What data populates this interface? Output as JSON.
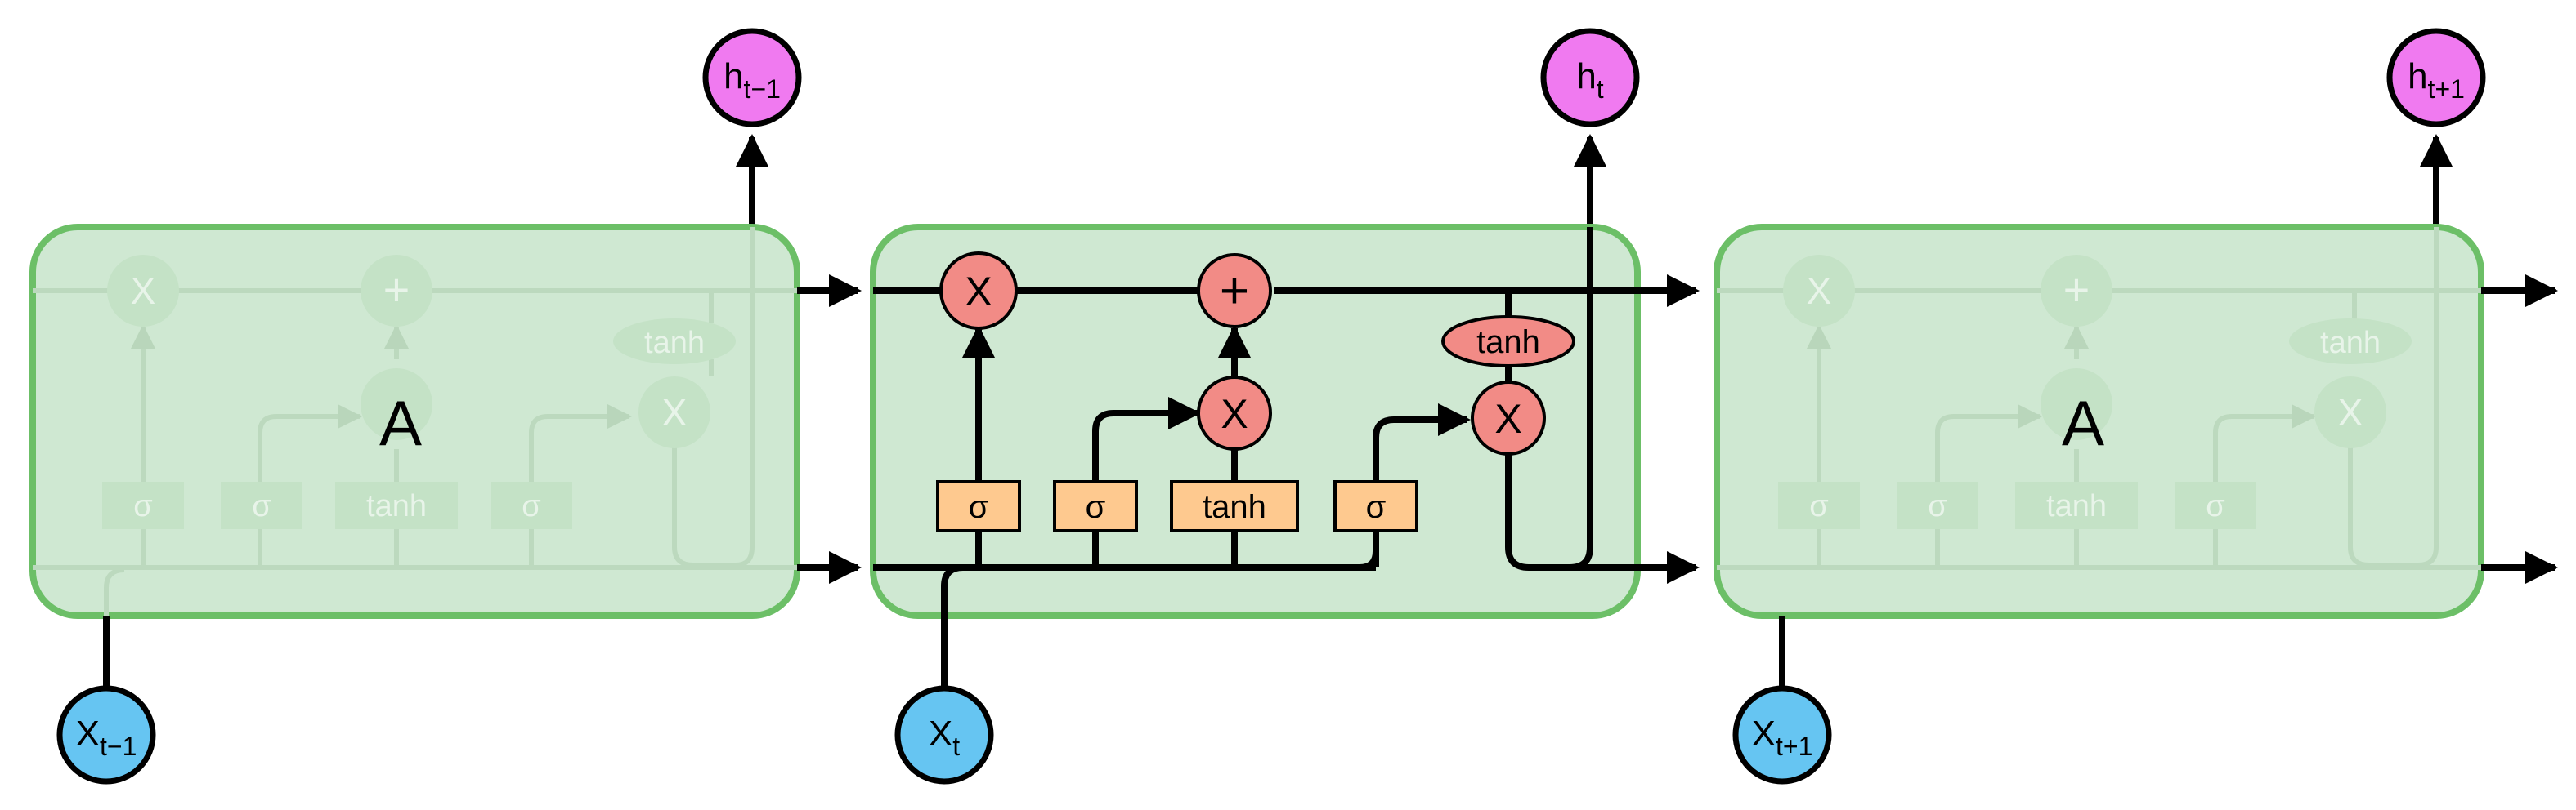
{
  "cells": {
    "left": {
      "name": "A"
    },
    "right": {
      "name": "A"
    }
  },
  "center_cell": {
    "operators": {
      "forget_multiply": "X",
      "add": "+",
      "input_multiply": "X",
      "output_multiply": "X"
    },
    "gates": {
      "forget": "σ",
      "input": "σ",
      "candidate": "tanh",
      "output": "σ"
    },
    "cell_tanh": "tanh"
  },
  "faded_cell_labels": {
    "multiply": "X",
    "add": "+",
    "sigma": "σ",
    "tanh": "tanh"
  },
  "outputs": [
    {
      "base": "h",
      "sub": "t−1"
    },
    {
      "base": "h",
      "sub": "t"
    },
    {
      "base": "h",
      "sub": "t+1"
    }
  ],
  "inputs": [
    {
      "base": "X",
      "sub": "t−1"
    },
    {
      "base": "X",
      "sub": "t"
    },
    {
      "base": "X",
      "sub": "t+1"
    }
  ],
  "colors": {
    "cell_fill": "#cfe8d2",
    "cell_stroke": "#6cbf67",
    "operator_fill": "#f28b86",
    "gate_fill": "#fec98f",
    "output_fill": "#f07af0",
    "input_fill": "#66c5f2",
    "line": "#000000"
  }
}
